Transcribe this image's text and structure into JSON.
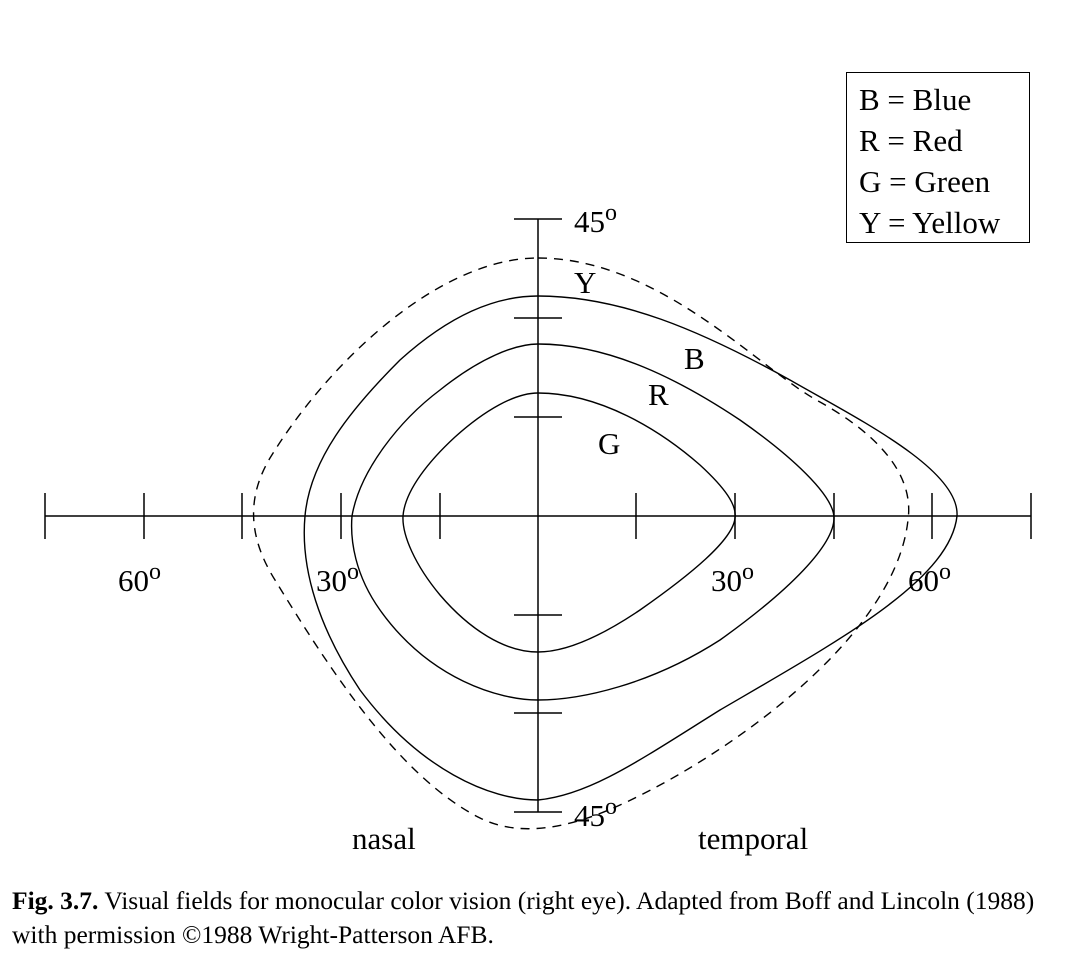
{
  "legend": [
    {
      "key": "B",
      "text": "B = Blue"
    },
    {
      "key": "R",
      "text": "R = Red"
    },
    {
      "key": "G",
      "text": "G = Green"
    },
    {
      "key": "Y",
      "text": "Y = Yellow"
    }
  ],
  "axis_labels": {
    "top": "45",
    "bottom": "45",
    "left_60": "60",
    "left_30": "30",
    "right_30": "30",
    "right_60": "60",
    "degree_mark": "o"
  },
  "curve_labels": {
    "Y": "Y",
    "B": "B",
    "R": "R",
    "G": "G"
  },
  "side_labels": {
    "nasal": "nasal",
    "temporal": "temporal"
  },
  "caption": {
    "bold": "Fig. 3.7.",
    "text": " Visual fields for monocular color vision (right eye). Adapted from Boff and Lincoln (1988) with permission ©1988 Wright-Patterson AFB."
  }
}
